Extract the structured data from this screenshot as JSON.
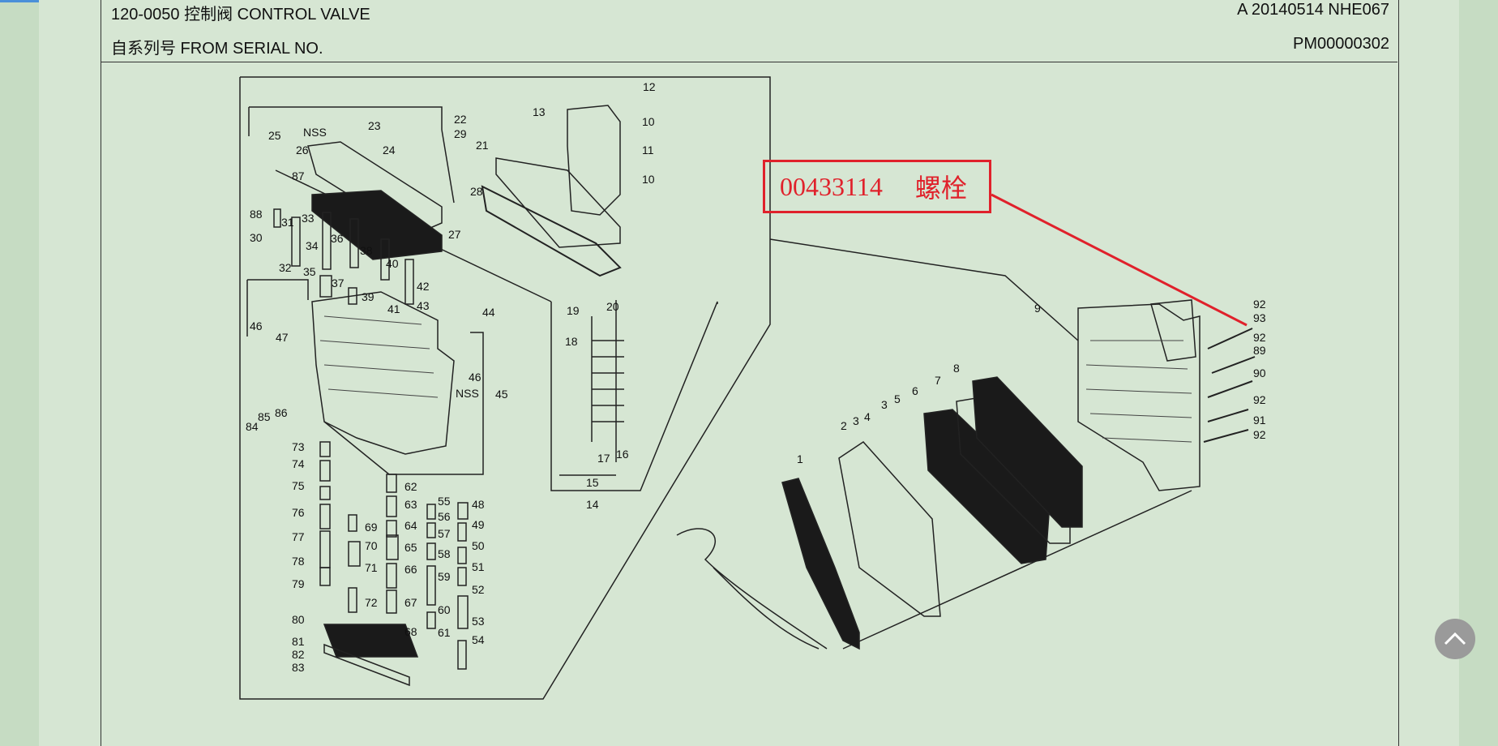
{
  "header": {
    "title": "120-0050 控制阀 CONTROL VALVE",
    "serial_label": "自系列号 FROM SERIAL NO.",
    "revision": "A 20140514 NHE067",
    "page_code": "PM00000302"
  },
  "callout": {
    "part_number": "00433114",
    "part_name": "螺栓"
  },
  "part_labels": [
    "1",
    "2",
    "3",
    "3",
    "4",
    "5",
    "6",
    "7",
    "8",
    "9",
    "10",
    "10",
    "11",
    "12",
    "13",
    "14",
    "15",
    "16",
    "17",
    "18",
    "19",
    "20",
    "21",
    "22",
    "23",
    "24",
    "25",
    "26",
    "27",
    "28",
    "29",
    "30",
    "31",
    "32",
    "33",
    "34",
    "35",
    "36",
    "37",
    "38",
    "39",
    "40",
    "41",
    "42",
    "43",
    "44",
    "45",
    "46",
    "46",
    "47",
    "48",
    "49",
    "50",
    "51",
    "52",
    "53",
    "54",
    "55",
    "56",
    "57",
    "58",
    "59",
    "60",
    "61",
    "62",
    "63",
    "64",
    "65",
    "66",
    "67",
    "68",
    "69",
    "70",
    "71",
    "72",
    "73",
    "74",
    "75",
    "76",
    "77",
    "78",
    "79",
    "80",
    "81",
    "82",
    "83",
    "84",
    "85",
    "86",
    "87",
    "88",
    "89",
    "90",
    "91",
    "92",
    "92",
    "92",
    "92",
    "93",
    "NSS",
    "NSS"
  ],
  "colors": {
    "callout": "#e0212b",
    "background": "#d6e6d3"
  },
  "icons": {
    "scroll_top": "chevron-up-icon"
  }
}
